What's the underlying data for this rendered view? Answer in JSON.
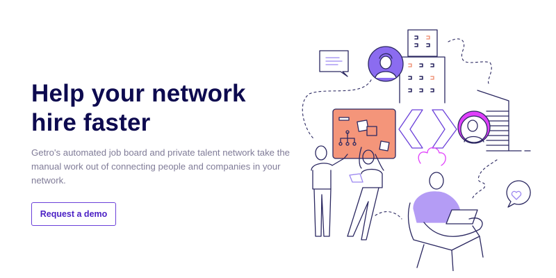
{
  "hero": {
    "title_line1": "Help your network",
    "title_line2": "hire faster",
    "description": "Getro's automated job board and private talent network take the manual work out of connecting people and companies in your network.",
    "cta_label": "Request a demo"
  },
  "colors": {
    "heading": "#0d0a4f",
    "body_text": "#807c98",
    "accent": "#6a3fd9",
    "board": "#f4957a",
    "avatar_purple": "#8b6cf0",
    "avatar_pink": "#e040fb",
    "line": "#2a2760"
  },
  "illustration": {
    "icons": [
      "chat-bubble-icon",
      "avatar-man-icon",
      "building-icon",
      "board-icon",
      "chevrons-icon",
      "avatar-woman-icon",
      "tower-icon",
      "heart-bubble-icon",
      "people-icon"
    ]
  }
}
